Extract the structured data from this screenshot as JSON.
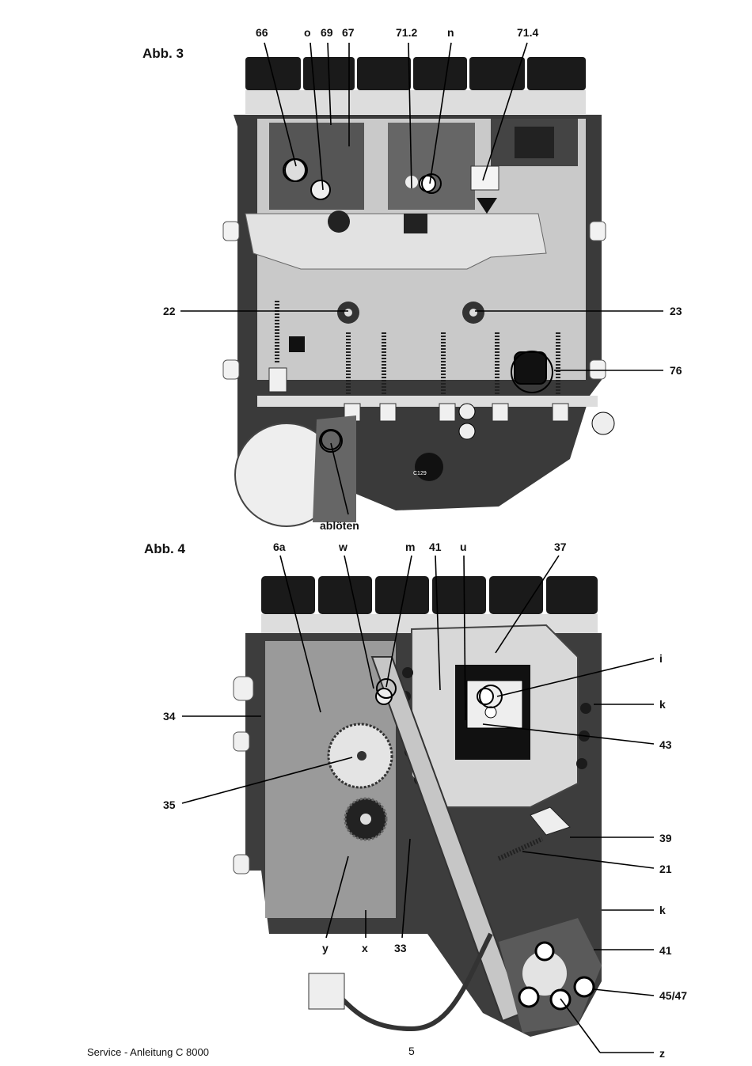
{
  "figures": [
    {
      "title": "Abb. 3",
      "labels": {
        "l66": "66",
        "lo": "o",
        "l69": "69",
        "l67": "67",
        "l712": "71.2",
        "ln": "n",
        "l714": "71.4",
        "l22": "22",
        "l23": "23",
        "l76": "76",
        "abloeten": "ablöten",
        "c129": "C129"
      }
    },
    {
      "title": "Abb. 4",
      "labels": {
        "l6a": "6a",
        "lw": "w",
        "lm": "m",
        "l41": "41",
        "lu": "u",
        "l37": "37",
        "li": "i",
        "l34": "34",
        "lk1": "k",
        "l43": "43",
        "l35": "35",
        "l39": "39",
        "l21": "21",
        "lk2": "k",
        "l41b": "41",
        "l4547": "45/47",
        "ly": "y",
        "lx": "x",
        "l33": "33",
        "lz": "z"
      }
    }
  ],
  "footer": {
    "manual": "Service - Anleitung C 8000",
    "page": "5"
  }
}
